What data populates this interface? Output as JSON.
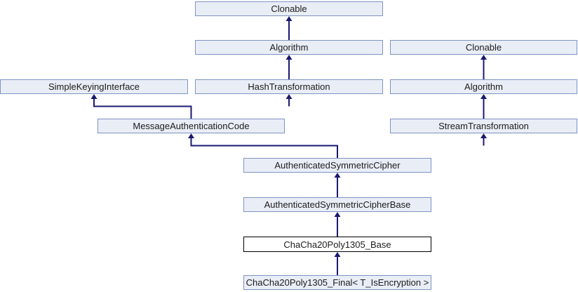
{
  "diagram": {
    "type": "class-inheritance-graph",
    "title": "Inheritance diagram for ChaCha20Poly1305_Base",
    "colors": {
      "background": "#ffffff",
      "node_fill": "#e9edf6",
      "node_border": "#7e94c4",
      "current_node_fill": "#ffffff",
      "current_node_border": "#000000",
      "edge": "#191970",
      "text": "#1c1c1c"
    },
    "nodes": [
      {
        "id": "clonable-top",
        "label": "Clonable",
        "variant": "normal"
      },
      {
        "id": "algorithm-left",
        "label": "Algorithm",
        "variant": "normal"
      },
      {
        "id": "clonable-right",
        "label": "Clonable",
        "variant": "normal"
      },
      {
        "id": "simple-keying-interface",
        "label": "SimpleKeyingInterface",
        "variant": "normal"
      },
      {
        "id": "hash-transformation",
        "label": "HashTransformation",
        "variant": "normal"
      },
      {
        "id": "algorithm-right",
        "label": "Algorithm",
        "variant": "normal"
      },
      {
        "id": "message-authentication-code",
        "label": "MessageAuthenticationCode",
        "variant": "normal"
      },
      {
        "id": "stream-transformation",
        "label": "StreamTransformation",
        "variant": "normal"
      },
      {
        "id": "authenticated-symmetric-cipher",
        "label": "AuthenticatedSymmetricCipher",
        "variant": "normal"
      },
      {
        "id": "authenticated-symmetric-cipher-base",
        "label": "AuthenticatedSymmetricCipherBase",
        "variant": "normal"
      },
      {
        "id": "chacha20poly1305-base",
        "label": "ChaCha20Poly1305_Base",
        "variant": "current"
      },
      {
        "id": "chacha20poly1305-final",
        "label": "ChaCha20Poly1305_Final< T_IsEncryption >",
        "variant": "normal"
      }
    ],
    "edges": [
      {
        "from": "algorithm-left",
        "to": "clonable-top"
      },
      {
        "from": "hash-transformation",
        "to": "algorithm-left"
      },
      {
        "from": "algorithm-right",
        "to": "clonable-right"
      },
      {
        "from": "stream-transformation",
        "to": "algorithm-right"
      },
      {
        "from": "message-authentication-code",
        "to": "simple-keying-interface"
      },
      {
        "from": "message-authentication-code",
        "to": "hash-transformation"
      },
      {
        "from": "authenticated-symmetric-cipher",
        "to": "message-authentication-code"
      },
      {
        "from": "authenticated-symmetric-cipher",
        "to": "stream-transformation"
      },
      {
        "from": "authenticated-symmetric-cipher-base",
        "to": "authenticated-symmetric-cipher"
      },
      {
        "from": "chacha20poly1305-base",
        "to": "authenticated-symmetric-cipher-base"
      },
      {
        "from": "chacha20poly1305-final",
        "to": "chacha20poly1305-base"
      }
    ]
  }
}
